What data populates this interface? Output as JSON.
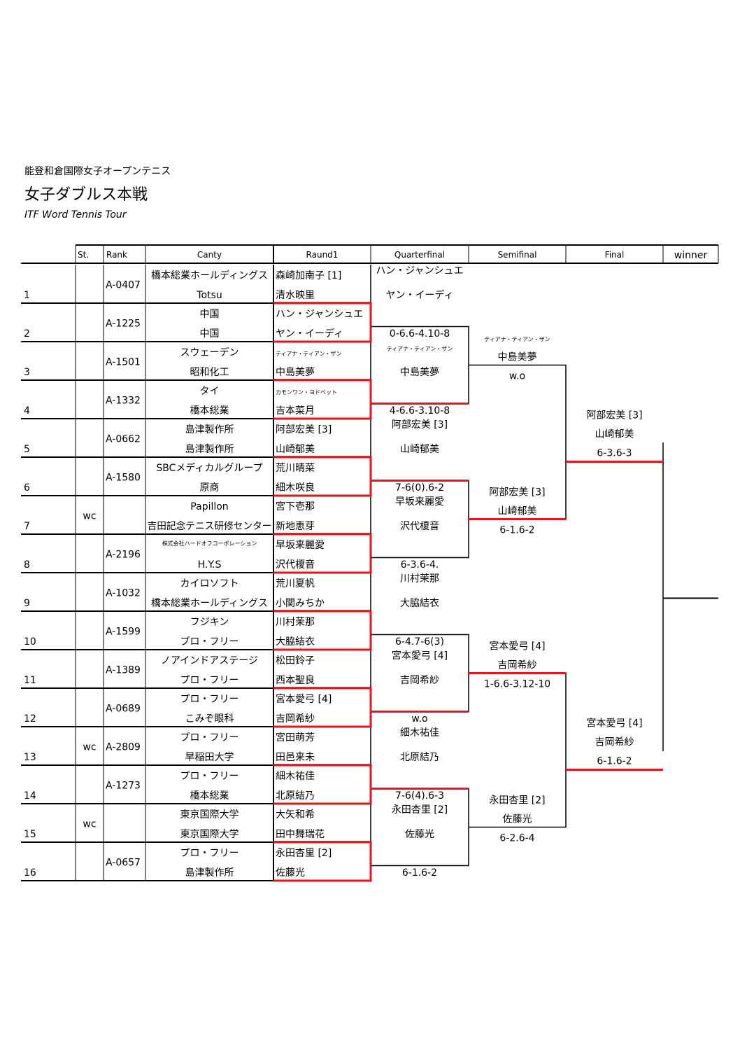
{
  "header": {
    "subtitle": "能登和倉国際女子オープンテニス",
    "title": "女子ダブルス本戦",
    "tour": "ITF Word Tennis Tour"
  },
  "columns": {
    "st": "St.",
    "rank": "Rank",
    "canty": "Canty",
    "round1": "Raund1",
    "quarterfinal": "Quarterfinal",
    "semifinal": "Semifinal",
    "final": "Final",
    "winner": "winner"
  },
  "colors": {
    "line": "#000000",
    "winner_path": "#e8141b"
  },
  "entries": [
    {
      "no": "1",
      "st": "",
      "rank": "A-0407",
      "club1": "橋本総業ホールディングス",
      "club2": "Totsu",
      "p1": "森崎加南子 [1]",
      "p2": "清水映里"
    },
    {
      "no": "2",
      "st": "",
      "rank": "A-1225",
      "club1": "中国",
      "club2": "中国",
      "p1": "ハン・ジャンシュエ",
      "p2": "ヤン・イーディ"
    },
    {
      "no": "3",
      "st": "",
      "rank": "A-1501",
      "club1": "スウェーデン",
      "club2": "昭和化工",
      "p1": "ティアナ・ティアン・ザン",
      "p2": "中島美夢"
    },
    {
      "no": "4",
      "st": "",
      "rank": "A-1332",
      "club1": "タイ",
      "club2": "橋本総業",
      "p1": "カモンワン・ヨドペット",
      "p2": "吉本菜月"
    },
    {
      "no": "5",
      "st": "",
      "rank": "A-0662",
      "club1": "島津製作所",
      "club2": "島津製作所",
      "p1": "阿部宏美 [3]",
      "p2": "山崎郁美"
    },
    {
      "no": "6",
      "st": "",
      "rank": "A-1580",
      "club1": "SBCメディカルグループ",
      "club2": "原商",
      "p1": "荒川晴菜",
      "p2": "細木咲良"
    },
    {
      "no": "7",
      "st": "wc",
      "rank": "",
      "club1": "Papillon",
      "club2": "吉田記念テニス研修センター",
      "p1": "宮下壱那",
      "p2": "新地恵芽"
    },
    {
      "no": "8",
      "st": "",
      "rank": "A-2196",
      "club1": "株式会社ハードオフコーポレーション",
      "club2": "H.Y.S",
      "p1": "早坂来麗愛",
      "p2": "沢代榎音"
    },
    {
      "no": "9",
      "st": "",
      "rank": "A-1032",
      "club1": "カイロソフト",
      "club2": "橋本総業ホールディングス",
      "p1": "荒川夏帆",
      "p2": "小関みちか"
    },
    {
      "no": "10",
      "st": "",
      "rank": "A-1599",
      "club1": "フジキン",
      "club2": "プロ・フリー",
      "p1": "川村茉那",
      "p2": "大脇結衣"
    },
    {
      "no": "11",
      "st": "",
      "rank": "A-1389",
      "club1": "ノアインドアステージ",
      "club2": "プロ・フリー",
      "p1": "松田鈴子",
      "p2": "西本聖良"
    },
    {
      "no": "12",
      "st": "",
      "rank": "A-0689",
      "club1": "プロ・フリー",
      "club2": "こみぞ眼科",
      "p1": "宮本愛弓 [4]",
      "p2": "吉岡希紗"
    },
    {
      "no": "13",
      "st": "wc",
      "rank": "A-2809",
      "club1": "プロ・フリー",
      "club2": "早稲田大学",
      "p1": "宮田萌芳",
      "p2": "田邑来未"
    },
    {
      "no": "14",
      "st": "",
      "rank": "A-1273",
      "club1": "プロ・フリー",
      "club2": "橋本総業",
      "p1": "細木祐佳",
      "p2": "北原結乃"
    },
    {
      "no": "15",
      "st": "wc",
      "rank": "",
      "club1": "東京国際大学",
      "club2": "東京国際大学",
      "p1": "大矢和希",
      "p2": "田中舞瑞花"
    },
    {
      "no": "16",
      "st": "",
      "rank": "A-0657",
      "club1": "プロ・フリー",
      "club2": "島津製作所",
      "p1": "永田杏里 [2]",
      "p2": "佐藤光"
    }
  ],
  "quarterfinal": [
    {
      "p1": "ハン・ジャンシュエ",
      "p2": "ヤン・イーディ",
      "score": "0-6.6-4.10-8"
    },
    {
      "p1": "ティアナ・ティアン・ザン",
      "p2": "中島美夢",
      "score": "4-6.6-3.10-8"
    },
    {
      "p1": "阿部宏美 [3]",
      "p2": "山崎郁美",
      "score": "7-6(0).6-2"
    },
    {
      "p1": "早坂来麗愛",
      "p2": "沢代榎音",
      "score": "6-3.6-4."
    },
    {
      "p1": "川村茉那",
      "p2": "大脇結衣",
      "score": "6-4.7-6(3)"
    },
    {
      "p1": "宮本愛弓 [4]",
      "p2": "吉岡希紗",
      "score": "w.o"
    },
    {
      "p1": "細木祐佳",
      "p2": "北原結乃",
      "score": "7-6(4).6-3"
    },
    {
      "p1": "永田杏里 [2]",
      "p2": "佐藤光",
      "score": "6-1.6-2"
    }
  ],
  "semifinal": [
    {
      "p1": "ティアナ・ティアン・ザン",
      "p2": "中島美夢",
      "score": "w.o"
    },
    {
      "p1": "阿部宏美 [3]",
      "p2": "山崎郁美",
      "score": "6-1.6-2"
    },
    {
      "p1": "宮本愛弓 [4]",
      "p2": "吉岡希紗",
      "score": "1-6.6-3.12-10"
    },
    {
      "p1": "永田杏里 [2]",
      "p2": "佐藤光",
      "score": "6-2.6-4"
    }
  ],
  "final": [
    {
      "p1": "阿部宏美 [3]",
      "p2": "山崎郁美",
      "score": "6-3.6-3"
    },
    {
      "p1": "宮本愛弓 [4]",
      "p2": "吉岡希紗",
      "score": "6-1.6-2"
    }
  ]
}
